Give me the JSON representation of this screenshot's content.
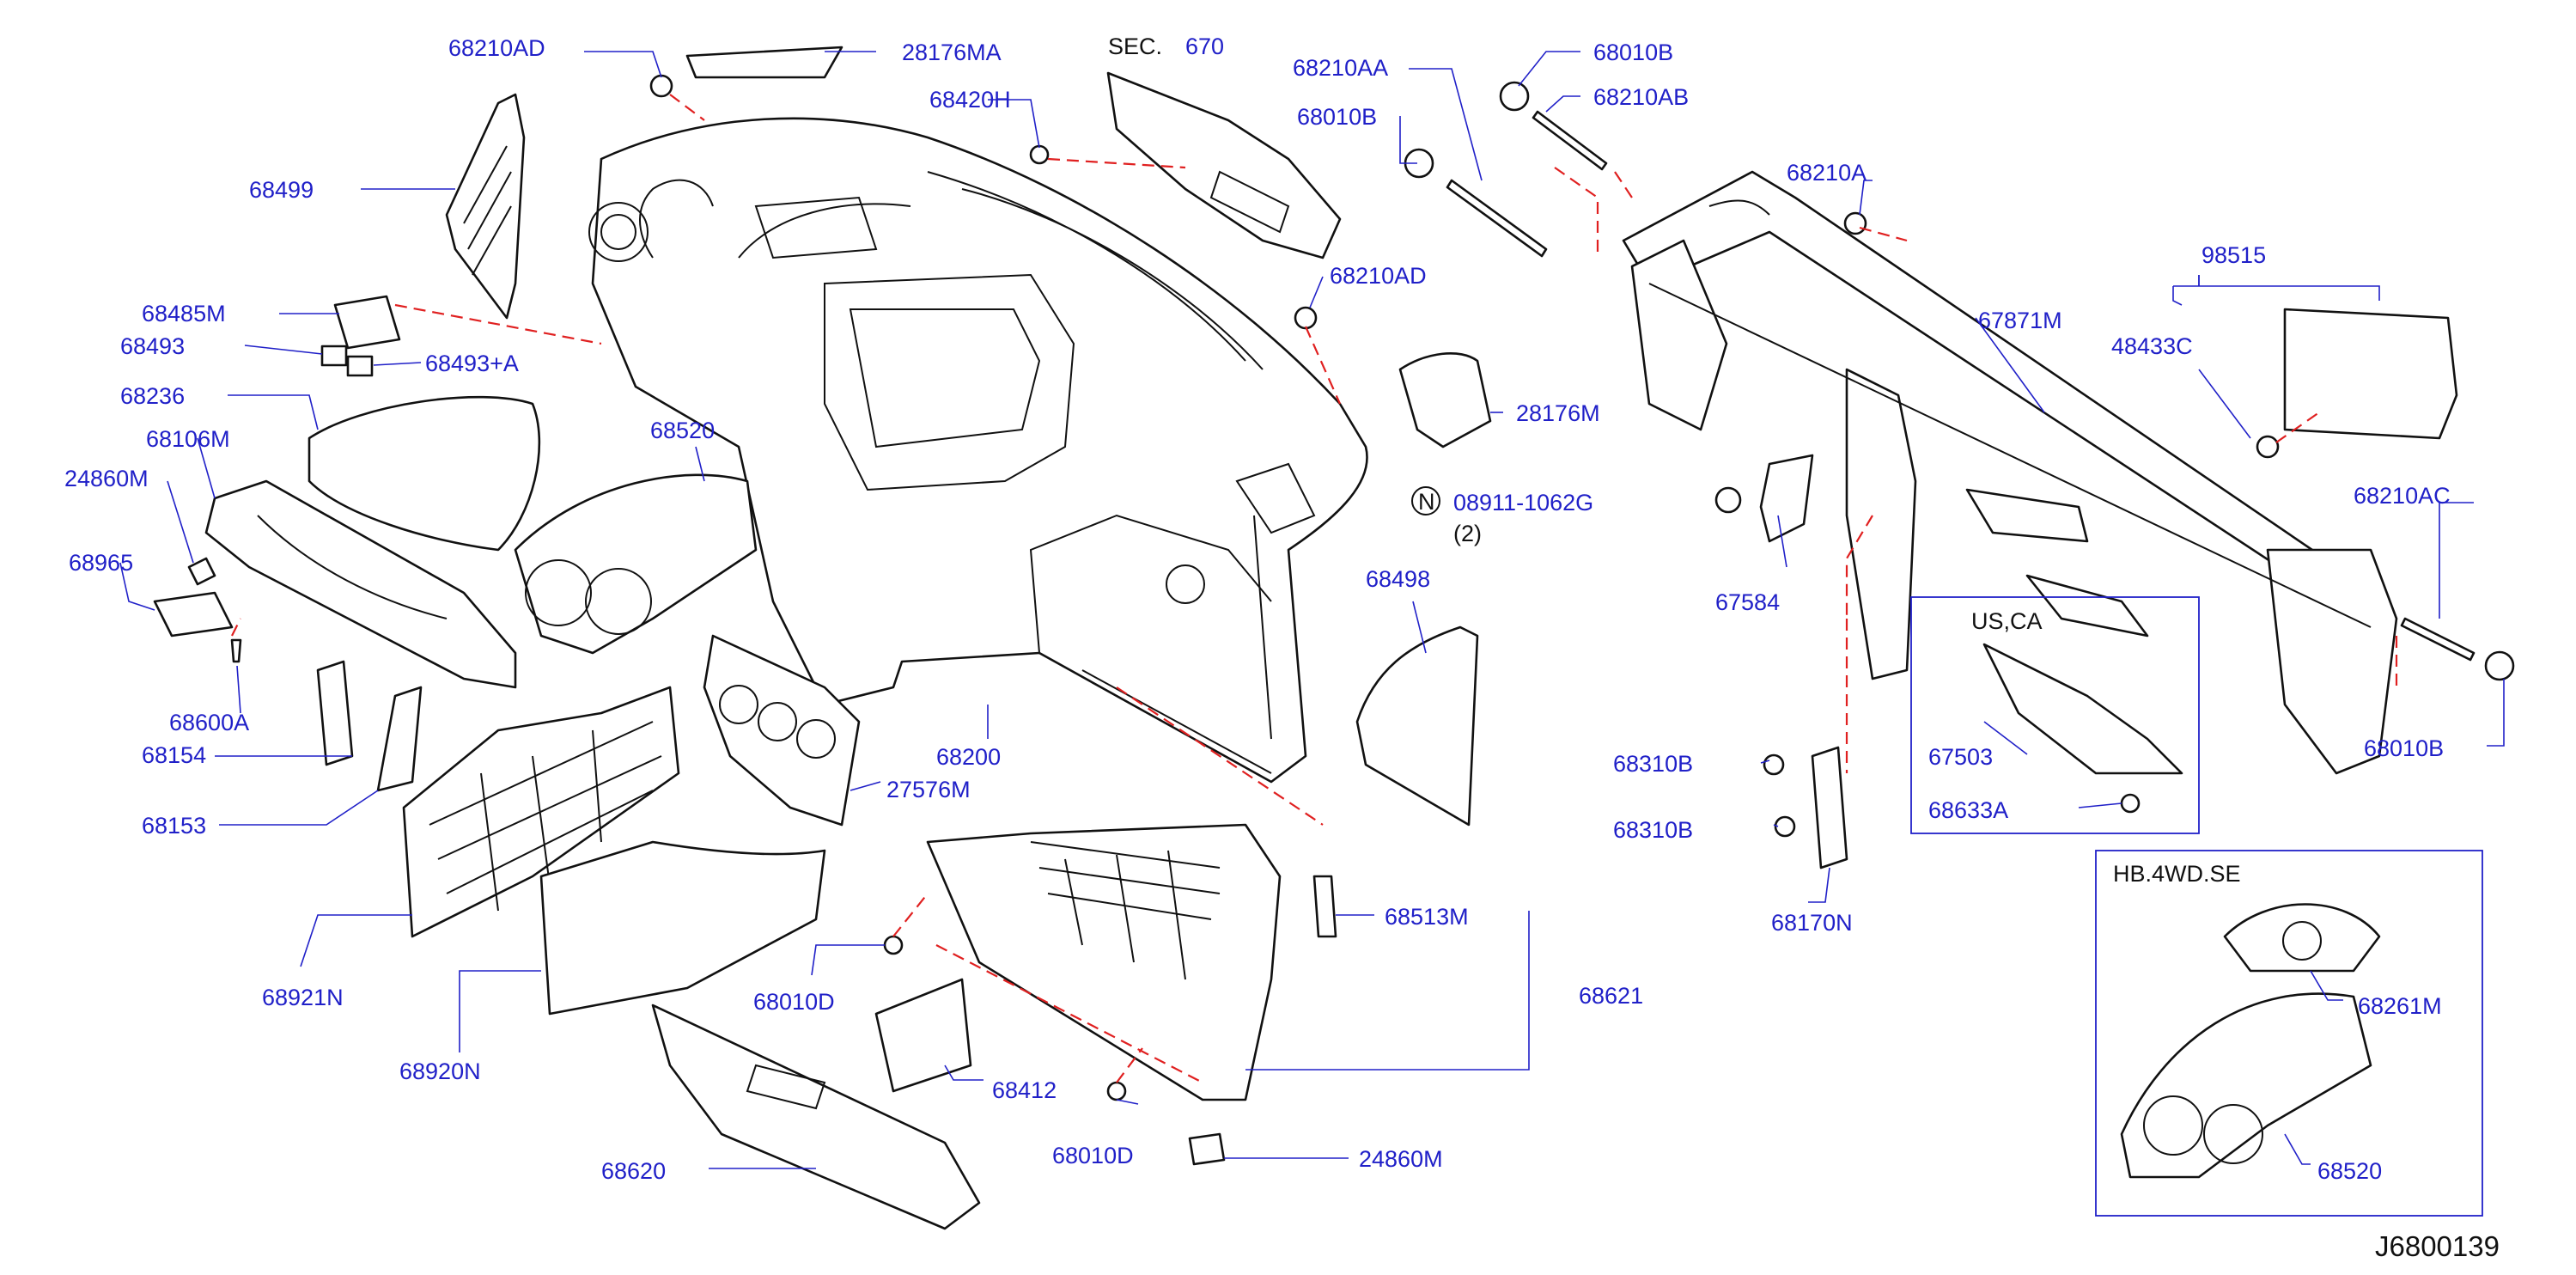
{
  "diagram_id": "J6800139",
  "colors": {
    "label": "#2020c8",
    "dash": "#e02020",
    "line": "#111111"
  },
  "labels": {
    "p68210AD_1": "68210AD",
    "p28176MA": "28176MA",
    "sec": "SEC.",
    "sec_num": "670",
    "p68420H": "68420H",
    "p68210AA": "68210AA",
    "p68010B_1": "68010B",
    "p68210AB": "68210AB",
    "p68010B_2": "68010B",
    "p68210A": "68210A",
    "p68499": "68499",
    "p68210AD_2": "68210AD",
    "p98515": "98515",
    "p67871M": "67871M",
    "p48433C": "48433C",
    "p68485M": "68485M",
    "p68493": "68493",
    "p68493A": "68493+A",
    "p68236": "68236",
    "p28176M": "28176M",
    "p68520_1": "68520",
    "p68106M": "68106M",
    "note_n": "N",
    "p08911": "08911-1062G",
    "p08911_qty": "(2)",
    "p68210AC": "68210AC",
    "p24860M_1": "24860M",
    "p68965": "68965",
    "p67584": "67584",
    "p68498": "68498",
    "usca": "US,CA",
    "p68600A": "68600A",
    "p68154": "68154",
    "p68200": "68200",
    "p68310B_1": "68310B",
    "p67503": "67503",
    "p68010B_3": "68010B",
    "p68153": "68153",
    "p27576M": "27576M",
    "p68633A": "68633A",
    "p68310B_2": "68310B",
    "hb": "HB.4WD.SE",
    "p68513M": "68513M",
    "p68170N": "68170N",
    "p68921N": "68921N",
    "p68010D_1": "68010D",
    "p68621": "68621",
    "p68261M": "68261M",
    "p68920N": "68920N",
    "p68412": "68412",
    "p68620": "68620",
    "p68010D_2": "68010D",
    "p24860M_2": "24860M",
    "p68520_2": "68520"
  }
}
